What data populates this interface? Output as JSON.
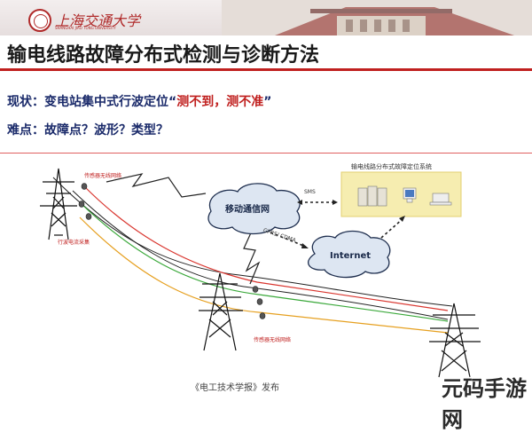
{
  "header": {
    "university": "上海交通大学",
    "university_en": "SHANGHAI JIAO TONG UNIVERSITY"
  },
  "title": "输电线路故障分布式检测与诊断方法",
  "status": {
    "prefix": "现状：变电站集中式行波定位“",
    "highlight": "测不到，测不准",
    "suffix": "”"
  },
  "difficulty": "难点：故障点？波形？类型？",
  "diagram": {
    "sensor_network_top": "传感器无线网络",
    "traveling_wave": "行波电流采集",
    "sensor_network_bottom": "传感器无线网络",
    "sms": "SMS",
    "gprs_cdma": "GPRS/ CDMA",
    "mobile_network": "移动通信网",
    "internet": "Internet",
    "system_title": "输电线路分布式故障定位系统"
  },
  "footer": "《电工技术学报》发布",
  "watermark": "元码手游网",
  "colors": {
    "accent_red": "#c0201f",
    "text_navy": "#1a2a6a",
    "system_box": "#f6edb0"
  }
}
